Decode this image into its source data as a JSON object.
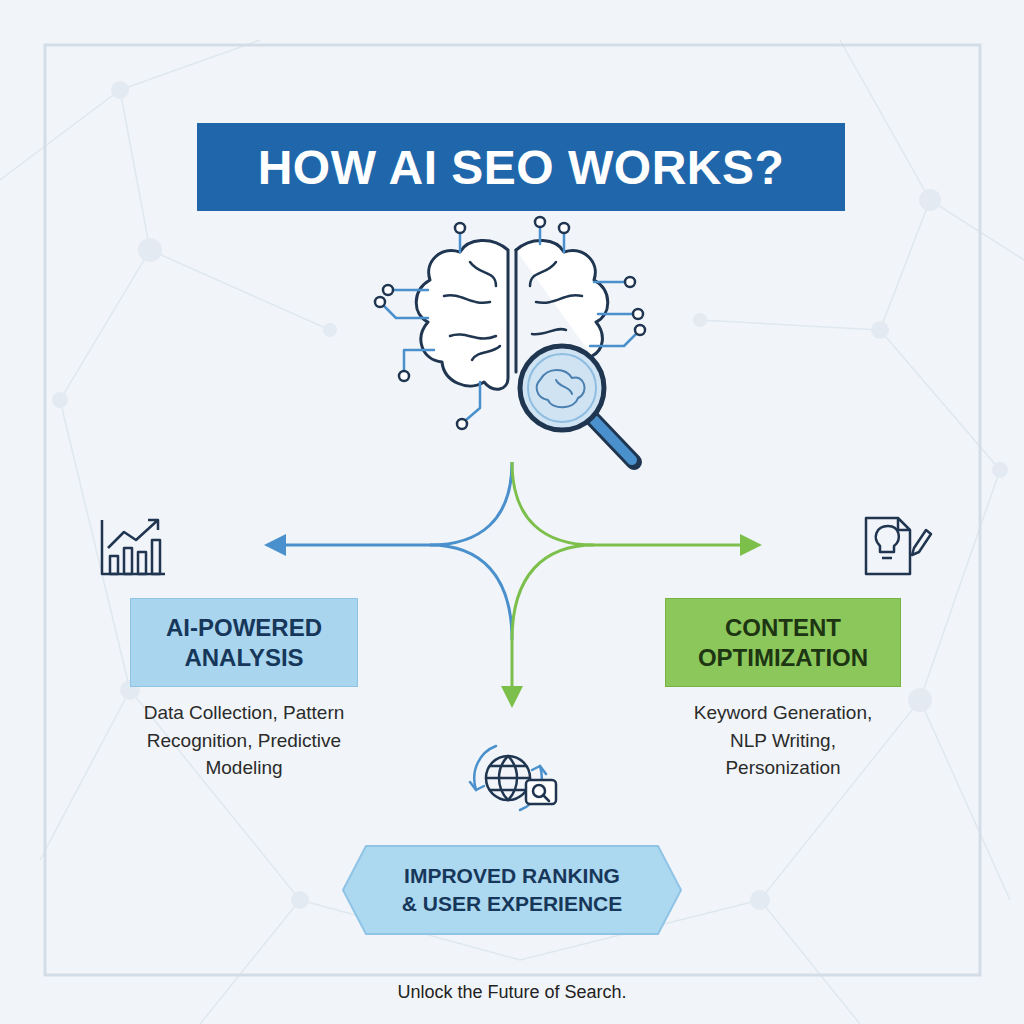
{
  "diagram": {
    "title": "HOW AI SEO WORKS?",
    "caption": "Unlock the Future of Search.",
    "nodes": [
      {
        "text": [
          "AI-POWERED ANALYSIS",
          "Data Collection, Pattern Recognition, Predictive Modeling"
        ]
      },
      {
        "text": [
          "CONTENT OPTIMIZATION",
          "Keyword Generation, NLP Writing, Personization"
        ]
      },
      {
        "text": [
          "IMPROVED RANKING & USER EXPERIENCE"
        ]
      }
    ]
  }
}
